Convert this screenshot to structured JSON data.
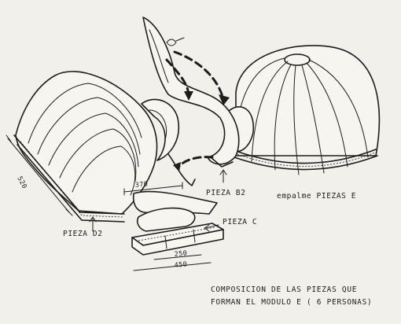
{
  "labels": {
    "pieza_d2": "PIEZA D2",
    "pieza_b2": "PIEZA B2",
    "pieza_c": "PIEZA C",
    "empalme": "empalme PIEZAS E"
  },
  "dimensions": {
    "d2_length": "520",
    "d2_width": "370",
    "c_width": "250",
    "c_length": "450"
  },
  "caption": {
    "line1": "COMPOSICION DE LAS PIEZAS QUE",
    "line2": "FORMAN EL MODULO E ( 6 PERSONAS)"
  }
}
